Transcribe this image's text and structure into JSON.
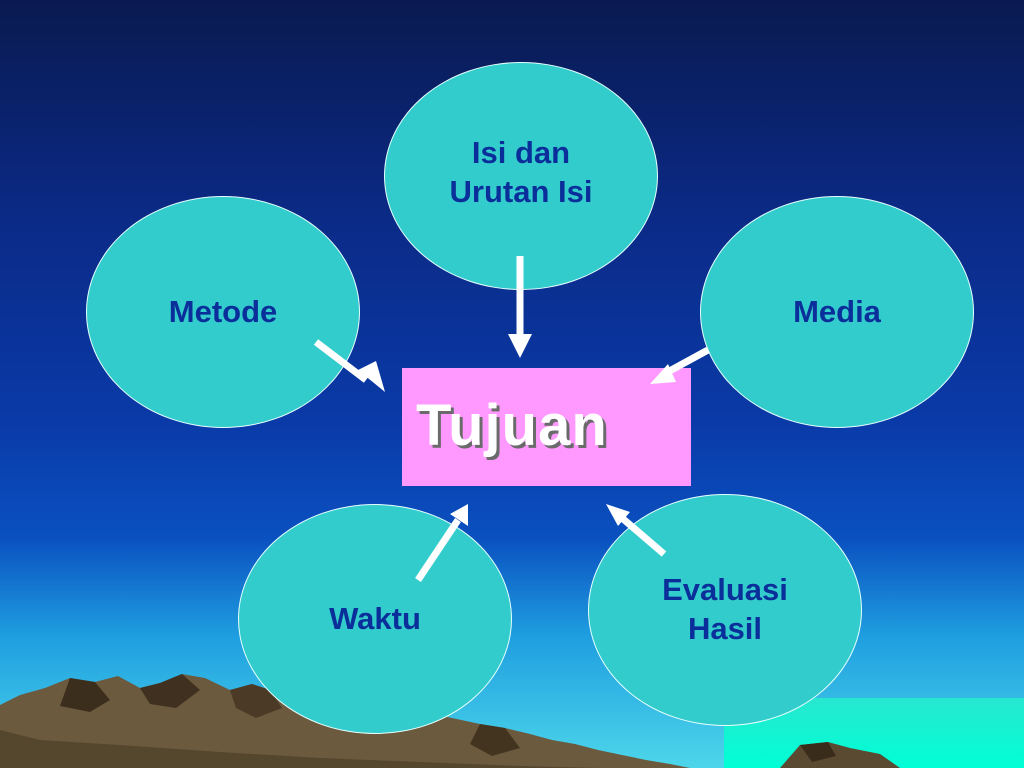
{
  "center": {
    "label": "Tujuan"
  },
  "nodes": {
    "isi": {
      "line1": "Isi dan",
      "line2": "Urutan Isi"
    },
    "metode": {
      "label": "Metode"
    },
    "media": {
      "label": "Media"
    },
    "waktu": {
      "label": "Waktu"
    },
    "evaluasi": {
      "line1": "Evaluasi",
      "line2": "Hasil"
    }
  },
  "colors": {
    "node_fill": "#33cccc",
    "node_text": "#0b2f9a",
    "center_fill": "#ff99ff",
    "center_text": "#ffffff",
    "arrow": "#ffffff"
  }
}
